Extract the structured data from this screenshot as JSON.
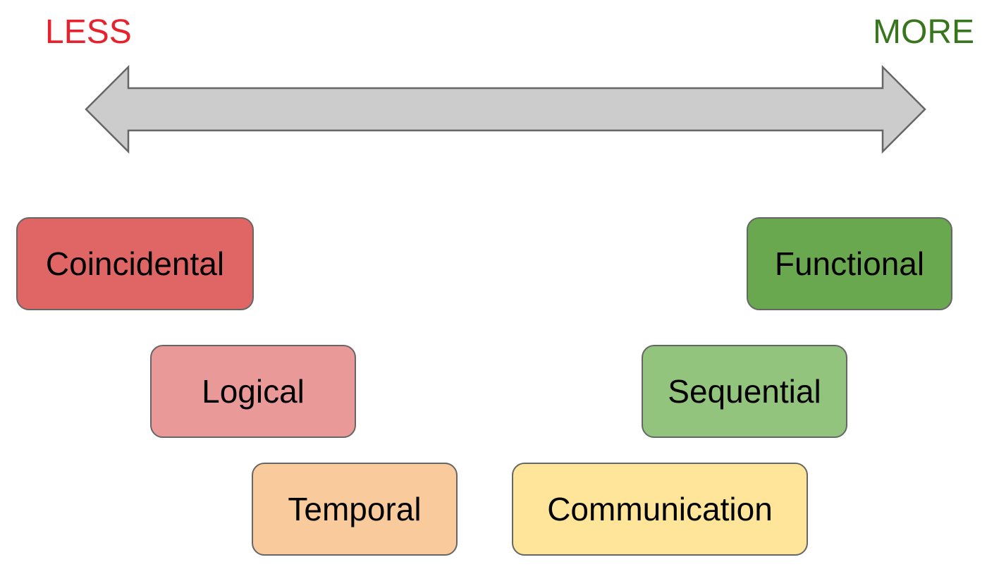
{
  "scale": {
    "less_label": "LESS",
    "more_label": "MORE",
    "less_color": "#e8212e",
    "more_color": "#38761d",
    "arrow_fill": "#cccccc",
    "arrow_stroke": "#666666"
  },
  "boxes": {
    "coincidental": {
      "label": "Coincidental",
      "color": "#e06666"
    },
    "logical": {
      "label": "Logical",
      "color": "#ea9999"
    },
    "temporal": {
      "label": "Temporal",
      "color": "#f9cb9c"
    },
    "communication": {
      "label": "Communication",
      "color": "#ffe599"
    },
    "sequential": {
      "label": "Sequential",
      "color": "#93c47d"
    },
    "functional": {
      "label": "Functional",
      "color": "#6aa84f"
    }
  }
}
